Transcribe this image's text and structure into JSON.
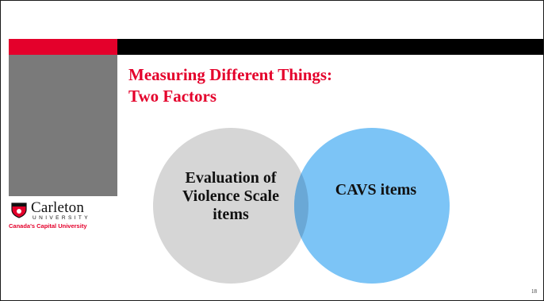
{
  "slide": {
    "title_line1": "Measuring Different Things:",
    "title_line2": "Two Factors",
    "page_number": "18"
  },
  "logo": {
    "name": "Carleton",
    "sub": "UNIVERSITY",
    "tagline": "Canada's Capital University"
  },
  "venn": {
    "left_label": "Evaluation of Violence Scale items",
    "right_label": "CAVS items",
    "left_color": "#d6d6d6",
    "right_color": "#7cc4f6",
    "overlap_color": "#6aa8d6"
  },
  "colors": {
    "accent_red": "#e4002b",
    "bar_black": "#000000",
    "panel_gray": "#7a7a7a"
  }
}
